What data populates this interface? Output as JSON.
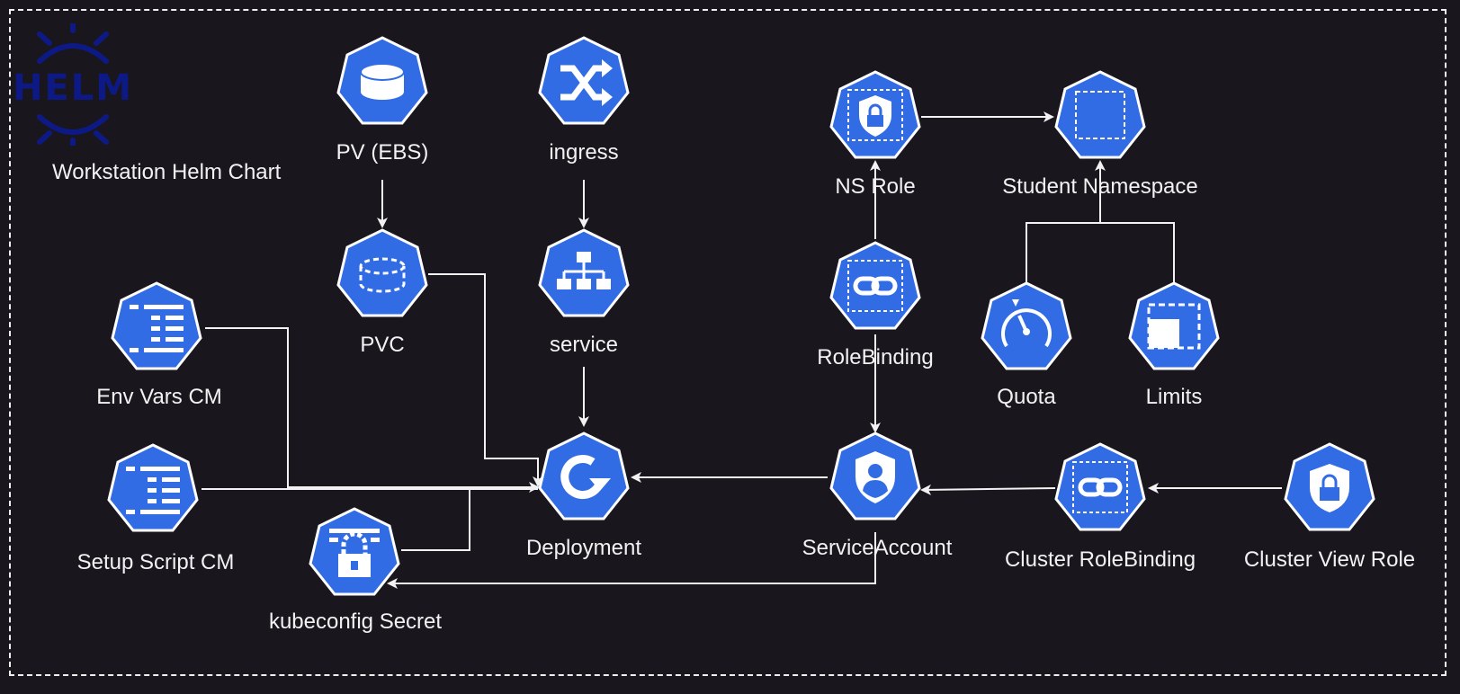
{
  "chart_title": "Workstation Helm Chart",
  "logo": {
    "text": "HELM",
    "icon": "helm-wheel-icon",
    "color": "#0d1a85"
  },
  "colors": {
    "node_fill": "#326ce5",
    "node_stroke": "#ffffff",
    "edge": "#f2f2f2",
    "background": "#19161d"
  },
  "nodes": {
    "pv": {
      "label": "PV (EBS)",
      "icon": "persistent-volume-icon"
    },
    "pvc": {
      "label": "PVC",
      "icon": "persistent-volume-claim-icon"
    },
    "ingress": {
      "label": "ingress",
      "icon": "ingress-icon"
    },
    "service": {
      "label": "service",
      "icon": "service-icon"
    },
    "deployment": {
      "label": "Deployment",
      "icon": "deployment-icon"
    },
    "env_cm": {
      "label": "Env Vars CM",
      "icon": "config-map-icon"
    },
    "setup_cm": {
      "label": "Setup Script CM",
      "icon": "config-map-icon"
    },
    "secret": {
      "label": "kubeconfig Secret",
      "icon": "secret-icon"
    },
    "ns_role": {
      "label": "NS Role",
      "icon": "role-icon"
    },
    "namespace": {
      "label": "Student Namespace",
      "icon": "namespace-icon"
    },
    "rolebinding": {
      "label": "RoleBinding",
      "icon": "rolebinding-icon"
    },
    "quota": {
      "label": "Quota",
      "icon": "resource-quota-icon"
    },
    "limits": {
      "label": "Limits",
      "icon": "limit-range-icon"
    },
    "serviceaccount": {
      "label": "ServiceAccount",
      "icon": "service-account-icon"
    },
    "cluster_rolebinding": {
      "label": "Cluster RoleBinding",
      "icon": "cluster-rolebinding-icon"
    },
    "cluster_view_role": {
      "label": "Cluster View Role",
      "icon": "cluster-role-icon"
    }
  },
  "edges": [
    {
      "from": "PV (EBS)",
      "to": "PVC"
    },
    {
      "from": "ingress",
      "to": "service"
    },
    {
      "from": "service",
      "to": "Deployment"
    },
    {
      "from": "PVC",
      "to": "Deployment"
    },
    {
      "from": "Env Vars CM",
      "to": "Deployment"
    },
    {
      "from": "Setup Script CM",
      "to": "Deployment"
    },
    {
      "from": "kubeconfig Secret",
      "to": "Deployment"
    },
    {
      "from": "ServiceAccount",
      "to": "Deployment"
    },
    {
      "from": "ServiceAccount",
      "to": "kubeconfig Secret"
    },
    {
      "from": "RoleBinding",
      "to": "NS Role"
    },
    {
      "from": "RoleBinding",
      "to": "ServiceAccount"
    },
    {
      "from": "NS Role",
      "to": "Student Namespace"
    },
    {
      "from": "Quota",
      "to": "Student Namespace"
    },
    {
      "from": "Limits",
      "to": "Student Namespace"
    },
    {
      "from": "Cluster RoleBinding",
      "to": "ServiceAccount"
    },
    {
      "from": "Cluster View Role",
      "to": "Cluster RoleBinding"
    }
  ]
}
